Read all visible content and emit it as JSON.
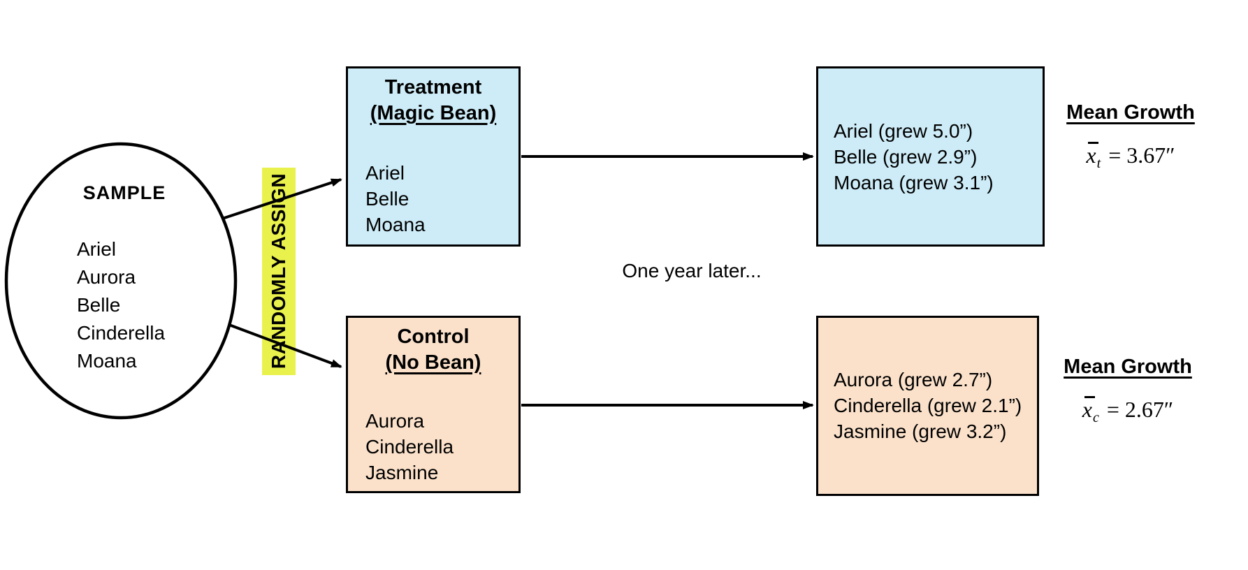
{
  "sample": {
    "title": "SAMPLE",
    "names": [
      "Ariel",
      "Aurora",
      "Belle",
      "Cinderella",
      "Moana"
    ]
  },
  "assign": {
    "label": "RANDOMLY ASSIGN"
  },
  "interlude": {
    "label": "One year later..."
  },
  "treatment": {
    "title": "Treatment",
    "subtitle": "(Magic Bean)",
    "members": [
      "Ariel",
      "Belle",
      "Moana"
    ]
  },
  "control": {
    "title": "Control",
    "subtitle": "(No Bean)",
    "members": [
      "Aurora",
      "Cinderella",
      "Jasmine"
    ]
  },
  "results": {
    "treatment": {
      "lines": [
        "Ariel (grew 5.0”)",
        "Belle (grew 2.9”)",
        "Moana (grew 3.1”)"
      ],
      "mean": {
        "heading": "Mean Growth",
        "symbol": "x",
        "subscript": "t",
        "value": "= 3.67″"
      }
    },
    "control": {
      "lines": [
        "Aurora (grew 2.7”)",
        "Cinderella (grew 2.1”)",
        "Jasmine (grew 3.2”)"
      ],
      "mean": {
        "heading": "Mean Growth",
        "symbol": "x",
        "subscript": "c",
        "value": "= 2.67″"
      }
    }
  },
  "colors": {
    "treatment_fill": "#cdecf7",
    "control_fill": "#fbe1ca",
    "highlight": "#e9f24c",
    "line": "#000000"
  }
}
